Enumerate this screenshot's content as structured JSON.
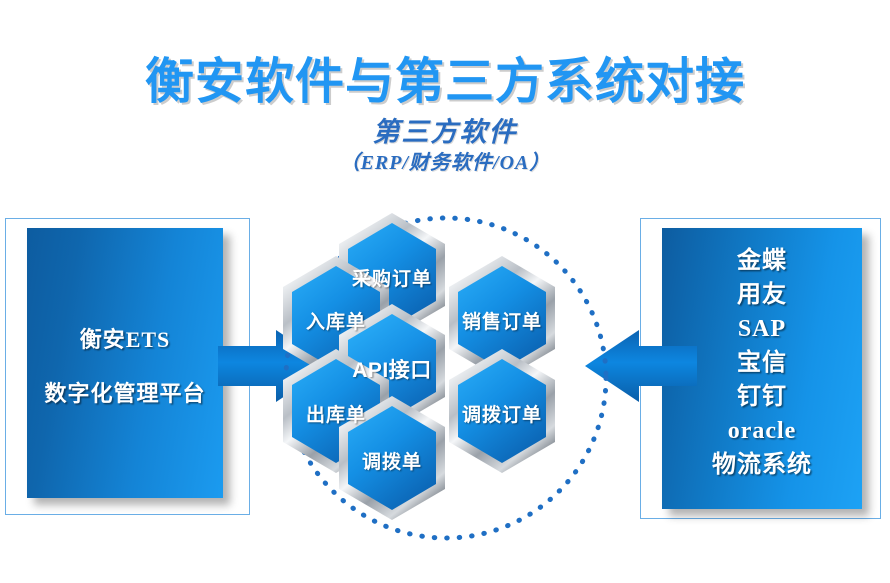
{
  "title": {
    "main": "衡安软件与第三方系统对接",
    "sub": "第三方软件",
    "sub2": "（ERP/财务软件/OA）"
  },
  "left_panel": {
    "line1": "衡安ETS",
    "line2": "数字化管理平台"
  },
  "right_panel": {
    "items": [
      "金蝶",
      "用友",
      "SAP",
      "宝信",
      "钉钉",
      "oracle",
      "物流系统"
    ]
  },
  "hex_cluster": {
    "center": "API接口",
    "nodes": [
      "采购订单",
      "入库单",
      "销售订单",
      "出库单",
      "调拨订单",
      "调拨单"
    ]
  },
  "arrows": {
    "left": "arrow-right",
    "right": "arrow-left"
  },
  "colors": {
    "title_blue": "#2196f3",
    "subtitle_blue": "#2a6cc0",
    "panel_border": "#6aaee6",
    "panel_blue_dark": "#0d5ca0",
    "panel_blue_light": "#1da2f5",
    "hex_blue_light": "#22a3f2",
    "hex_blue_dark": "#0a63b5",
    "hex_metal_light": "#fdfdfd",
    "hex_metal_dark": "#8d949c",
    "dotted_circle": "#1f6fc4",
    "arrow_light": "#0d86e0",
    "arrow_dark": "#0a5ea8"
  }
}
